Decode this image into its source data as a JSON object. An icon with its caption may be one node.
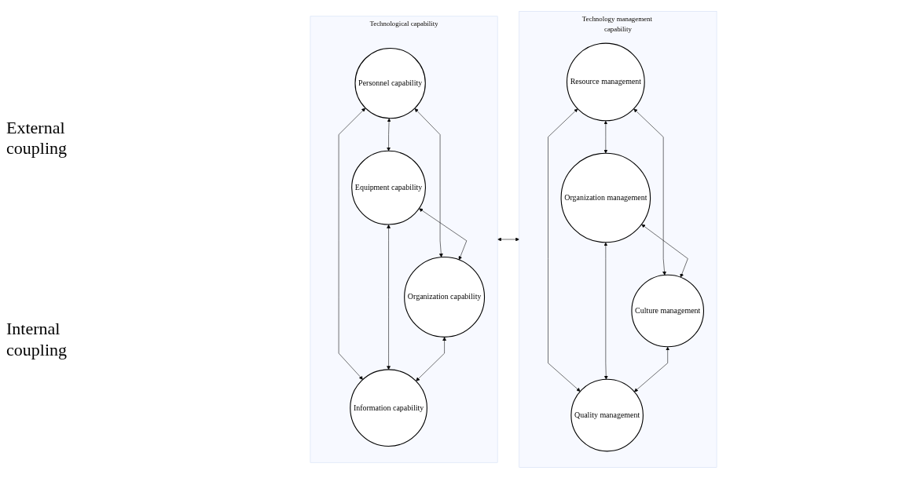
{
  "diagram": {
    "nodes": [
      {
        "text": [
          "Technological capability"
        ]
      },
      {
        "text": [
          "Personnel capability"
        ],
        "in": 0
      },
      {
        "text": [
          "Equipment capability"
        ],
        "in": 0
      },
      {
        "text": [
          "Organization capability"
        ],
        "in": 0
      },
      {
        "text": [
          "Information capability"
        ],
        "in": 0
      },
      {
        "text": [
          "Technology management capability"
        ]
      },
      {
        "text": [
          "Resource management"
        ],
        "in": 5
      },
      {
        "text": [
          "Organization management"
        ],
        "in": 5
      },
      {
        "text": [
          "Culture management"
        ],
        "in": 5
      },
      {
        "text": [
          "Quality management"
        ],
        "in": 5
      }
    ],
    "edges": [
      {
        "from": 0,
        "to": 5,
        "arrow": "both"
      },
      {
        "from": 1,
        "to": 2,
        "arrow": "both"
      },
      {
        "from": 1,
        "to": 3,
        "arrow": "both"
      },
      {
        "from": 1,
        "to": 4,
        "arrow": "both"
      },
      {
        "from": 2,
        "to": 3,
        "arrow": "both"
      },
      {
        "from": 2,
        "to": 4,
        "arrow": "both"
      },
      {
        "from": 3,
        "to": 4,
        "arrow": "both"
      },
      {
        "from": 6,
        "to": 7,
        "arrow": "both"
      },
      {
        "from": 6,
        "to": 8,
        "arrow": "both"
      },
      {
        "from": 6,
        "to": 9,
        "arrow": "both"
      },
      {
        "from": 7,
        "to": 8,
        "arrow": "both"
      },
      {
        "from": 7,
        "to": 9,
        "arrow": "both"
      },
      {
        "from": 8,
        "to": 9,
        "arrow": "both"
      }
    ],
    "labels": [
      "External coupling",
      "Internal coupling"
    ]
  }
}
